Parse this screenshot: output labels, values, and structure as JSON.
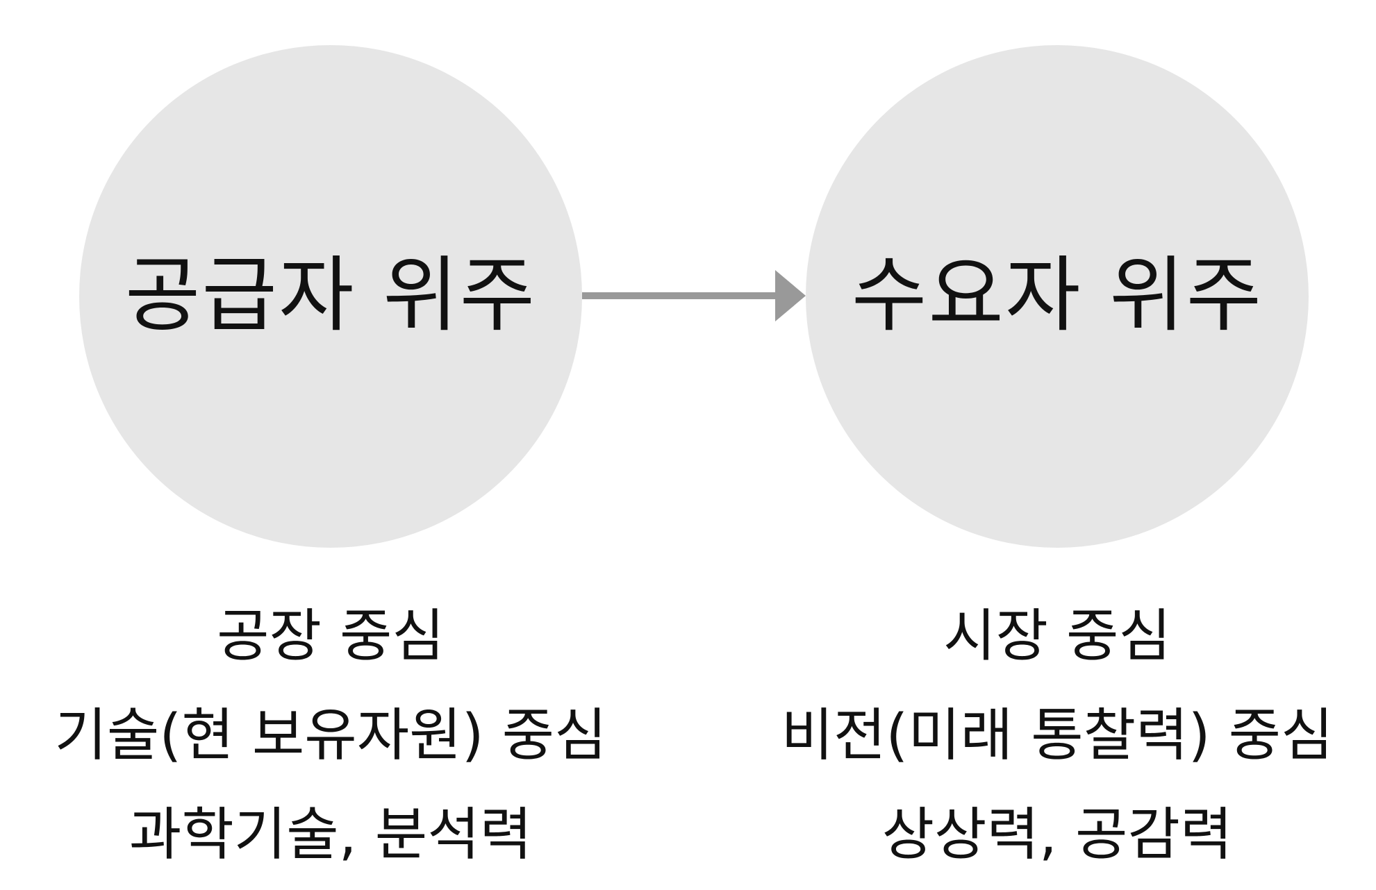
{
  "left": {
    "title": "공급자 위주",
    "lines": [
      "공장 중심",
      "기술(현 보유자원) 중심",
      "과학기술, 분석력"
    ]
  },
  "right": {
    "title": "수요자 위주",
    "lines": [
      "시장 중심",
      "비전(미래 통찰력) 중심",
      "상상력, 공감력"
    ]
  },
  "colors": {
    "circle_fill": "#e6e6e6",
    "arrow": "#999999",
    "text": "#111111"
  },
  "icons": {
    "connector": "right-arrow-icon"
  }
}
